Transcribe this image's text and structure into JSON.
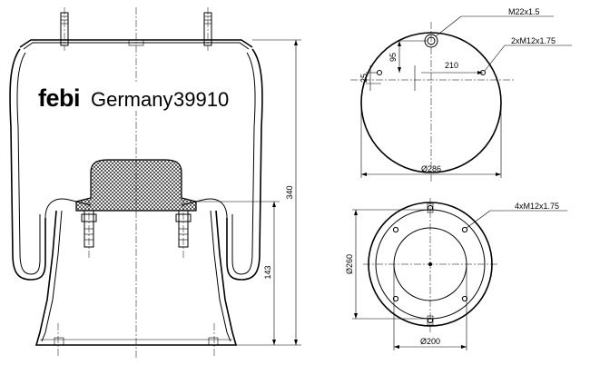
{
  "brand": {
    "logo": "febi",
    "country": "Germany",
    "part_number": "39910"
  },
  "side_view": {
    "dim_height": "340",
    "dim_piston_height": "143"
  },
  "top_view": {
    "thread_center": "M22x1.5",
    "thread_studs": "2xM12x1.75",
    "dim_stud_spacing": "210",
    "dim_offset_95": "95",
    "dim_offset_25": "25",
    "dim_diameter": "Ø286"
  },
  "bottom_view": {
    "thread_holes": "4xM12x1.75",
    "dim_diameter_260": "Ø260",
    "dim_diameter_200": "Ø200"
  }
}
